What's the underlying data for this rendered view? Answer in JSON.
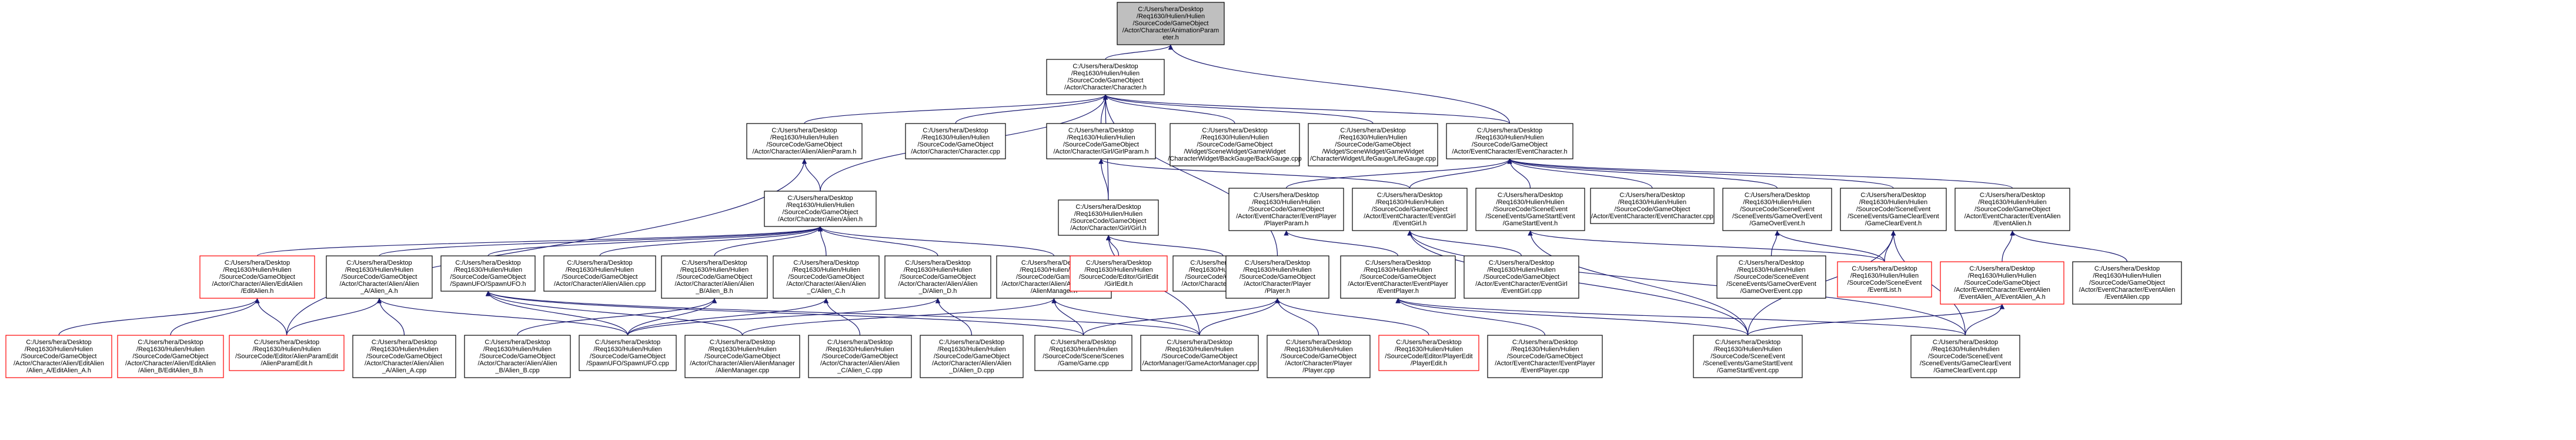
{
  "colors": {
    "root_fill": "#bfbfbf",
    "node_fill": "#ffffff",
    "node_border": "#000000",
    "missing_border": "#ff0000",
    "edge": "#191970"
  },
  "nodes": [
    {
      "id": "root",
      "lines": [
        "C:/Users/hera/Desktop",
        "/Req1630/Hulien/Hulien",
        "/SourceCode/GameObject",
        "/Actor/Character/AnimationParam",
        "eter.h"
      ],
      "style": "root"
    },
    {
      "id": "character_h",
      "lines": [
        "C:/Users/hera/Desktop",
        "/Req1630/Hulien/Hulien",
        "/SourceCode/GameObject",
        "/Actor/Character/Character.h"
      ],
      "style": "normal"
    },
    {
      "id": "alienparam_h",
      "lines": [
        "C:/Users/hera/Desktop",
        "/Req1630/Hulien/Hulien",
        "/SourceCode/GameObject",
        "/Actor/Character/Alien/AlienParam.h"
      ],
      "style": "normal"
    },
    {
      "id": "character_cpp",
      "lines": [
        "C:/Users/hera/Desktop",
        "/Req1630/Hulien/Hulien",
        "/SourceCode/GameObject",
        "/Actor/Character/Character.cpp"
      ],
      "style": "normal"
    },
    {
      "id": "girlparam_h",
      "lines": [
        "C:/Users/hera/Desktop",
        "/Req1630/Hulien/Hulien",
        "/SourceCode/GameObject",
        "/Actor/Character/Girl/GirlParam.h"
      ],
      "style": "normal"
    },
    {
      "id": "backgauge_cpp",
      "lines": [
        "C:/Users/hera/Desktop",
        "/Req1630/Hulien/Hulien",
        "/SourceCode/GameObject",
        "/Widget/SceneWidget/GameWidget",
        "/CharacterWidget/BackGauge/BackGauge.cpp"
      ],
      "style": "normal"
    },
    {
      "id": "lifegauge_cpp",
      "lines": [
        "C:/Users/hera/Desktop",
        "/Req1630/Hulien/Hulien",
        "/SourceCode/GameObject",
        "/Widget/SceneWidget/GameWidget",
        "/CharacterWidget/LifeGauge/LifeGauge.cpp"
      ],
      "style": "normal"
    },
    {
      "id": "eventcharacter_h",
      "lines": [
        "C:/Users/hera/Desktop",
        "/Req1630/Hulien/Hulien",
        "/SourceCode/GameObject",
        "/Actor/EventCharacter/EventCharacter.h"
      ],
      "style": "normal"
    },
    {
      "id": "alien_h",
      "lines": [
        "C:/Users/hera/Desktop",
        "/Req1630/Hulien/Hulien",
        "/SourceCode/GameObject",
        "/Actor/Character/Alien/Alien.h"
      ],
      "style": "normal"
    },
    {
      "id": "girl_h",
      "lines": [
        "C:/Users/hera/Desktop",
        "/Req1630/Hulien/Hulien",
        "/SourceCode/GameObject",
        "/Actor/Character/Girl/Girl.h"
      ],
      "style": "normal"
    },
    {
      "id": "eventplayer_param_h",
      "lines": [
        "C:/Users/hera/Desktop",
        "/Req1630/Hulien/Hulien",
        "/SourceCode/GameObject",
        "/Actor/EventCharacter/EventPlayer",
        "/PlayerParam.h"
      ],
      "style": "normal"
    },
    {
      "id": "eventgirl_h",
      "lines": [
        "C:/Users/hera/Desktop",
        "/Req1630/Hulien/Hulien",
        "/SourceCode/GameObject",
        "/Actor/EventCharacter/EventGirl",
        "/EventGirl.h"
      ],
      "style": "normal"
    },
    {
      "id": "gamestartevent_h",
      "lines": [
        "C:/Users/hera/Desktop",
        "/Req1630/Hulien/Hulien",
        "/SourceCode/SceneEvent",
        "/SceneEvents/GameStartEvent",
        "/GameStartEvent.h"
      ],
      "style": "normal"
    },
    {
      "id": "eventcharacter_cpp",
      "lines": [
        "C:/Users/hera/Desktop",
        "/Req1630/Hulien/Hulien",
        "/SourceCode/GameObject",
        "/Actor/EventCharacter/EventCharacter.cpp"
      ],
      "style": "normal"
    },
    {
      "id": "gameoverevent_h",
      "lines": [
        "C:/Users/hera/Desktop",
        "/Req1630/Hulien/Hulien",
        "/SourceCode/SceneEvent",
        "/SceneEvents/GameOverEvent",
        "/GameOverEvent.h"
      ],
      "style": "normal"
    },
    {
      "id": "gameclearevent_h",
      "lines": [
        "C:/Users/hera/Desktop",
        "/Req1630/Hulien/Hulien",
        "/SourceCode/SceneEvent",
        "/SceneEvents/GameClearEvent",
        "/GameClearEvent.h"
      ],
      "style": "normal"
    },
    {
      "id": "eventalien_h",
      "lines": [
        "C:/Users/hera/Desktop",
        "/Req1630/Hulien/Hulien",
        "/SourceCode/GameObject",
        "/Actor/EventCharacter/EventAlien",
        "/EventAlien.h"
      ],
      "style": "normal"
    },
    {
      "id": "editalien_h",
      "lines": [
        "C:/Users/hera/Desktop",
        "/Req1630/Hulien/Hulien",
        "/SourceCode/GameObject",
        "/Actor/Character/Alien/EditAlien",
        "/EditAlien.h"
      ],
      "style": "missing"
    },
    {
      "id": "alien_a_h",
      "lines": [
        "C:/Users/hera/Desktop",
        "/Req1630/Hulien/Hulien",
        "/SourceCode/GameObject",
        "/Actor/Character/Alien/Alien",
        "_A/Alien_A.h"
      ],
      "style": "normal"
    },
    {
      "id": "spawnufo_h",
      "lines": [
        "C:/Users/hera/Desktop",
        "/Req1630/Hulien/Hulien",
        "/SourceCode/GameObject",
        "/SpawnUFO/SpawnUFO.h"
      ],
      "style": "normal"
    },
    {
      "id": "alien_cpp",
      "lines": [
        "C:/Users/hera/Desktop",
        "/Req1630/Hulien/Hulien",
        "/SourceCode/GameObject",
        "/Actor/Character/Alien/Alien.cpp"
      ],
      "style": "normal"
    },
    {
      "id": "alien_b_h",
      "lines": [
        "C:/Users/hera/Desktop",
        "/Req1630/Hulien/Hulien",
        "/SourceCode/GameObject",
        "/Actor/Character/Alien/Alien",
        "_B/Alien_B.h"
      ],
      "style": "normal"
    },
    {
      "id": "alien_c_h",
      "lines": [
        "C:/Users/hera/Desktop",
        "/Req1630/Hulien/Hulien",
        "/SourceCode/GameObject",
        "/Actor/Character/Alien/Alien",
        "_C/Alien_C.h"
      ],
      "style": "normal"
    },
    {
      "id": "alien_d_h",
      "lines": [
        "C:/Users/hera/Desktop",
        "/Req1630/Hulien/Hulien",
        "/SourceCode/GameObject",
        "/Actor/Character/Alien/Alien",
        "_D/Alien_D.h"
      ],
      "style": "normal"
    },
    {
      "id": "alienmanager_h",
      "lines": [
        "C:/Users/hera/Desktop",
        "/Req1630/Hulien/Hulien",
        "/SourceCode/GameObject",
        "/Actor/Character/Alien/AlienManager",
        "/AlienManager.h"
      ],
      "style": "normal"
    },
    {
      "id": "girledit_h",
      "lines": [
        "C:/Users/hera/Desktop",
        "/Req1630/Hulien/Hulien",
        "/SourceCode/Editor/GirlEdit",
        "/GirlEdit.h"
      ],
      "style": "missing"
    },
    {
      "id": "girl_cpp",
      "lines": [
        "C:/Users/hera/Desktop",
        "/Req1630/Hulien/Hulien",
        "/SourceCode/GameObject",
        "/Actor/Character/Girl/Girl.cpp"
      ],
      "style": "normal"
    },
    {
      "id": "player_h",
      "lines": [
        "C:/Users/hera/Desktop",
        "/Req1630/Hulien/Hulien",
        "/SourceCode/GameObject",
        "/Actor/Character/Player",
        "/Player.h"
      ],
      "style": "normal"
    },
    {
      "id": "eventplayer_h",
      "lines": [
        "C:/Users/hera/Desktop",
        "/Req1630/Hulien/Hulien",
        "/SourceCode/GameObject",
        "/Actor/EventCharacter/EventPlayer",
        "/EventPlayer.h"
      ],
      "style": "normal"
    },
    {
      "id": "eventgirl_cpp",
      "lines": [
        "C:/Users/hera/Desktop",
        "/Req1630/Hulien/Hulien",
        "/SourceCode/GameObject",
        "/Actor/EventCharacter/EventGirl",
        "/EventGirl.cpp"
      ],
      "style": "normal"
    },
    {
      "id": "gameoverevent_cpp",
      "lines": [
        "C:/Users/hera/Desktop",
        "/Req1630/Hulien/Hulien",
        "/SourceCode/SceneEvent",
        "/SceneEvents/GameOverEvent",
        "/GameOverEvent.cpp"
      ],
      "style": "normal"
    },
    {
      "id": "eventlist_h",
      "lines": [
        "C:/Users/hera/Desktop",
        "/Req1630/Hulien/Hulien",
        "/SourceCode/SceneEvent",
        "/EventList.h"
      ],
      "style": "missing"
    },
    {
      "id": "eventalien_a_h",
      "lines": [
        "C:/Users/hera/Desktop",
        "/Req1630/Hulien/Hulien",
        "/SourceCode/GameObject",
        "/Actor/EventCharacter/EventAlien",
        "/EventAlien_A/EventAlien_A.h"
      ],
      "style": "missing"
    },
    {
      "id": "eventalien_cpp",
      "lines": [
        "C:/Users/hera/Desktop",
        "/Req1630/Hulien/Hulien",
        "/SourceCode/GameObject",
        "/Actor/EventCharacter/EventAlien",
        "/EventAlien.cpp"
      ],
      "style": "normal"
    },
    {
      "id": "editalien_a_h",
      "lines": [
        "C:/Users/hera/Desktop",
        "/Req1630/Hulien/Hulien",
        "/SourceCode/GameObject",
        "/Actor/Character/Alien/EditAlien",
        "/Alien_A/EditAlien_A.h"
      ],
      "style": "missing"
    },
    {
      "id": "editalien_b_h",
      "lines": [
        "C:/Users/hera/Desktop",
        "/Req1630/Hulien/Hulien",
        "/SourceCode/GameObject",
        "/Actor/Character/Alien/EditAlien",
        "/Alien_B/EditAlien_B.h"
      ],
      "style": "missing"
    },
    {
      "id": "alienparamedit_h",
      "lines": [
        "C:/Users/hera/Desktop",
        "/Req1630/Hulien/Hulien",
        "/SourceCode/Editor/AlienParamEdit",
        "/AlienParamEdit.h"
      ],
      "style": "missing"
    },
    {
      "id": "alien_a_cpp",
      "lines": [
        "C:/Users/hera/Desktop",
        "/Req1630/Hulien/Hulien",
        "/SourceCode/GameObject",
        "/Actor/Character/Alien/Alien",
        "_A/Alien_A.cpp"
      ],
      "style": "normal"
    },
    {
      "id": "alien_b_cpp",
      "lines": [
        "C:/Users/hera/Desktop",
        "/Req1630/Hulien/Hulien",
        "/SourceCode/GameObject",
        "/Actor/Character/Alien/Alien",
        "_B/Alien_B.cpp"
      ],
      "style": "normal"
    },
    {
      "id": "spawnufo_cpp",
      "lines": [
        "C:/Users/hera/Desktop",
        "/Req1630/Hulien/Hulien",
        "/SourceCode/GameObject",
        "/SpawnUFO/SpawnUFO.cpp"
      ],
      "style": "normal"
    },
    {
      "id": "alienmanager_cpp",
      "lines": [
        "C:/Users/hera/Desktop",
        "/Req1630/Hulien/Hulien",
        "/SourceCode/GameObject",
        "/Actor/Character/Alien/AlienManager",
        "/AlienManager.cpp"
      ],
      "style": "normal"
    },
    {
      "id": "alien_c_cpp",
      "lines": [
        "C:/Users/hera/Desktop",
        "/Req1630/Hulien/Hulien",
        "/SourceCode/GameObject",
        "/Actor/Character/Alien/Alien",
        "_C/Alien_C.cpp"
      ],
      "style": "normal"
    },
    {
      "id": "alien_d_cpp",
      "lines": [
        "C:/Users/hera/Desktop",
        "/Req1630/Hulien/Hulien",
        "/SourceCode/GameObject",
        "/Actor/Character/Alien/Alien",
        "_D/Alien_D.cpp"
      ],
      "style": "normal"
    },
    {
      "id": "game_cpp",
      "lines": [
        "C:/Users/hera/Desktop",
        "/Req1630/Hulien/Hulien",
        "/SourceCode/Scene/Scenes",
        "/Game/Game.cpp"
      ],
      "style": "normal"
    },
    {
      "id": "gameactormanager_cpp",
      "lines": [
        "C:/Users/hera/Desktop",
        "/Req1630/Hulien/Hulien",
        "/SourceCode/GameObject",
        "/ActorManager/GameActorManager.cpp"
      ],
      "style": "normal"
    },
    {
      "id": "player_cpp",
      "lines": [
        "C:/Users/hera/Desktop",
        "/Req1630/Hulien/Hulien",
        "/SourceCode/GameObject",
        "/Actor/Character/Player",
        "/Player.cpp"
      ],
      "style": "normal"
    },
    {
      "id": "playeredit_h",
      "lines": [
        "C:/Users/hera/Desktop",
        "/Req1630/Hulien/Hulien",
        "/SourceCode/Editor/PlayerEdit",
        "/PlayerEdit.h"
      ],
      "style": "missing"
    },
    {
      "id": "eventplayer_cpp",
      "lines": [
        "C:/Users/hera/Desktop",
        "/Req1630/Hulien/Hulien",
        "/SourceCode/GameObject",
        "/Actor/EventCharacter/EventPlayer",
        "/EventPlayer.cpp"
      ],
      "style": "normal"
    },
    {
      "id": "gamestartevent_cpp",
      "lines": [
        "C:/Users/hera/Desktop",
        "/Req1630/Hulien/Hulien",
        "/SourceCode/SceneEvent",
        "/SceneEvents/GameStartEvent",
        "/GameStartEvent.cpp"
      ],
      "style": "normal"
    },
    {
      "id": "gameclearevent_cpp",
      "lines": [
        "C:/Users/hera/Desktop",
        "/Req1630/Hulien/Hulien",
        "/SourceCode/SceneEvent",
        "/SceneEvents/GameClearEvent",
        "/GameClearEvent.cpp"
      ],
      "style": "normal"
    }
  ],
  "edges": [
    [
      "character_h",
      "root"
    ],
    [
      "eventcharacter_h",
      "root"
    ],
    [
      "alienparam_h",
      "character_h"
    ],
    [
      "character_cpp",
      "character_h"
    ],
    [
      "girlparam_h",
      "character_h"
    ],
    [
      "backgauge_cpp",
      "character_h"
    ],
    [
      "lifegauge_cpp",
      "character_h"
    ],
    [
      "alien_h",
      "character_h"
    ],
    [
      "girl_h",
      "character_h"
    ],
    [
      "player_h",
      "character_h"
    ],
    [
      "eventcharacter_h",
      "character_h"
    ],
    [
      "alien_h",
      "alienparam_h"
    ],
    [
      "alienparamedit_h",
      "alienparam_h"
    ],
    [
      "girl_h",
      "girlparam_h"
    ],
    [
      "eventgirl_h",
      "girlparam_h"
    ],
    [
      "eventplayer_param_h",
      "eventcharacter_h"
    ],
    [
      "eventgirl_h",
      "eventcharacter_h"
    ],
    [
      "gamestartevent_h",
      "eventcharacter_h"
    ],
    [
      "eventcharacter_cpp",
      "eventcharacter_h"
    ],
    [
      "gameoverevent_h",
      "eventcharacter_h"
    ],
    [
      "gameclearevent_h",
      "eventcharacter_h"
    ],
    [
      "eventalien_h",
      "eventcharacter_h"
    ],
    [
      "editalien_h",
      "alien_h"
    ],
    [
      "alien_a_h",
      "alien_h"
    ],
    [
      "spawnufo_h",
      "alien_h"
    ],
    [
      "alien_cpp",
      "alien_h"
    ],
    [
      "alien_b_h",
      "alien_h"
    ],
    [
      "alien_c_h",
      "alien_h"
    ],
    [
      "alien_d_h",
      "alien_h"
    ],
    [
      "alienmanager_h",
      "alien_h"
    ],
    [
      "girledit_h",
      "girl_h"
    ],
    [
      "girl_cpp",
      "girl_h"
    ],
    [
      "gameactormanager_cpp",
      "girl_h"
    ],
    [
      "eventplayer_h",
      "eventplayer_param_h"
    ],
    [
      "eventgirl_cpp",
      "eventgirl_h"
    ],
    [
      "gamestartevent_cpp",
      "eventgirl_h"
    ],
    [
      "gameclearevent_cpp",
      "eventgirl_h"
    ],
    [
      "gamestartevent_cpp",
      "gamestartevent_h"
    ],
    [
      "eventlist_h",
      "gamestartevent_h"
    ],
    [
      "gameoverevent_cpp",
      "gameoverevent_h"
    ],
    [
      "eventlist_h",
      "gameoverevent_h"
    ],
    [
      "eventlist_h",
      "gameclearevent_h"
    ],
    [
      "gameclearevent_cpp",
      "gameclearevent_h"
    ],
    [
      "gamestartevent_cpp",
      "gameclearevent_h"
    ],
    [
      "eventalien_a_h",
      "eventalien_h"
    ],
    [
      "eventalien_cpp",
      "eventalien_h"
    ],
    [
      "editalien_a_h",
      "editalien_h"
    ],
    [
      "editalien_b_h",
      "editalien_h"
    ],
    [
      "alienparamedit_h",
      "editalien_h"
    ],
    [
      "alien_a_cpp",
      "alien_a_h"
    ],
    [
      "alienparamedit_h",
      "alien_a_h"
    ],
    [
      "spawnufo_cpp",
      "alien_a_h"
    ],
    [
      "spawnufo_cpp",
      "spawnufo_h"
    ],
    [
      "alienmanager_cpp",
      "spawnufo_h"
    ],
    [
      "game_cpp",
      "spawnufo_h"
    ],
    [
      "gameactormanager_cpp",
      "spawnufo_h"
    ],
    [
      "alien_b_cpp",
      "alien_b_h"
    ],
    [
      "spawnufo_cpp",
      "alien_b_h"
    ],
    [
      "alien_c_cpp",
      "alien_c_h"
    ],
    [
      "spawnufo_cpp",
      "alien_c_h"
    ],
    [
      "alien_d_cpp",
      "alien_d_h"
    ],
    [
      "spawnufo_cpp",
      "alien_d_h"
    ],
    [
      "alienmanager_cpp",
      "alienmanager_h"
    ],
    [
      "game_cpp",
      "alienmanager_h"
    ],
    [
      "gameactormanager_cpp",
      "alienmanager_h"
    ],
    [
      "game_cpp",
      "player_h"
    ],
    [
      "player_cpp",
      "player_h"
    ],
    [
      "playeredit_h",
      "player_h"
    ],
    [
      "gameactormanager_cpp",
      "player_h"
    ],
    [
      "eventplayer_cpp",
      "eventplayer_h"
    ],
    [
      "gamestartevent_cpp",
      "eventplayer_h"
    ],
    [
      "gameclearevent_cpp",
      "eventplayer_h"
    ],
    [
      "gamestartevent_cpp",
      "eventalien_a_h"
    ],
    [
      "gameclearevent_cpp",
      "eventalien_a_h"
    ]
  ]
}
